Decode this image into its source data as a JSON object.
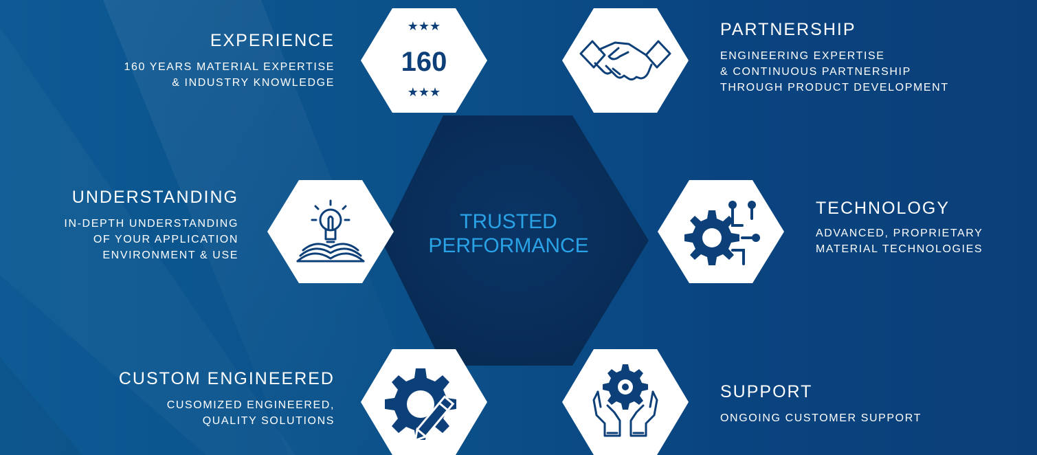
{
  "center": {
    "title": "TRUSTED\nPERFORMANCE"
  },
  "features": {
    "experience": {
      "title": "EXPERIENCE",
      "desc": "160 YEARS MATERIAL EXPERTISE\n& INDUSTRY KNOWLEDGE",
      "icon": "160-years-badge-icon",
      "badge": "160"
    },
    "partnership": {
      "title": "PARTNERSHIP",
      "desc": "ENGINEERING EXPERTISE\n& CONTINUOUS PARTNERSHIP\nTHROUGH PRODUCT DEVELOPMENT",
      "icon": "handshake-icon"
    },
    "understanding": {
      "title": "UNDERSTANDING",
      "desc": "IN-DEPTH UNDERSTANDING\nOF YOUR APPLICATION\nENVIRONMENT & USE",
      "icon": "lightbulb-book-icon"
    },
    "technology": {
      "title": "TECHNOLOGY",
      "desc": "ADVANCED, PROPRIETARY\nMATERIAL TECHNOLOGIES",
      "icon": "gear-circuit-icon"
    },
    "custom": {
      "title": "CUSTOM ENGINEERED",
      "desc": "CUSOMIZED ENGINEERED,\nQUALITY SOLUTIONS",
      "icon": "gear-pencil-icon"
    },
    "support": {
      "title": "SUPPORT",
      "desc": "ONGOING CUSTOMER SUPPORT",
      "icon": "hands-gear-icon"
    }
  },
  "colors": {
    "background": "#0b4f88",
    "hex_fill": "#ffffff",
    "icon": "#0d3f78",
    "center_text": "#2aa2e6",
    "center_hex": "#0a2f5c"
  }
}
